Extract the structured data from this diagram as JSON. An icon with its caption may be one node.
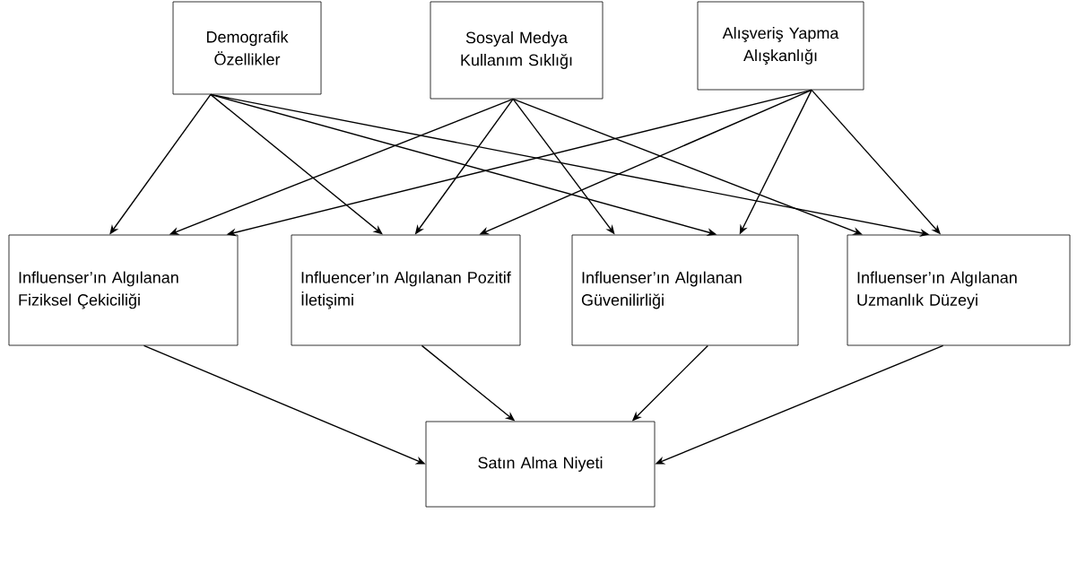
{
  "diagram": {
    "nodes": [
      {
        "text": [
          "Demografik Özellikler"
        ]
      },
      {
        "text": [
          "Sosyal Medya Kullanım Sıklığı"
        ]
      },
      {
        "text": [
          "Alışveriş Yapma Alışkanlığı"
        ]
      },
      {
        "text": [
          "Influenser’ın Algılanan Fiziksel Çekiciliği"
        ]
      },
      {
        "text": [
          "Influencer’ın Algılanan Pozitif İletişimi"
        ]
      },
      {
        "text": [
          "Influenser’ın Algılanan Güvenilirliği"
        ]
      },
      {
        "text": [
          "Influenser’ın Algılanan Uzmanlık Düzeyi"
        ]
      },
      {
        "text": [
          "Satın Alma Niyeti"
        ]
      }
    ],
    "edges": [
      {
        "from": 0,
        "to": 3,
        "arrow": "to"
      },
      {
        "from": 0,
        "to": 4,
        "arrow": "to"
      },
      {
        "from": 0,
        "to": 5,
        "arrow": "to"
      },
      {
        "from": 0,
        "to": 6,
        "arrow": "to"
      },
      {
        "from": 1,
        "to": 3,
        "arrow": "to"
      },
      {
        "from": 1,
        "to": 4,
        "arrow": "to"
      },
      {
        "from": 1,
        "to": 5,
        "arrow": "to"
      },
      {
        "from": 1,
        "to": 6,
        "arrow": "to"
      },
      {
        "from": 2,
        "to": 3,
        "arrow": "to"
      },
      {
        "from": 2,
        "to": 4,
        "arrow": "to"
      },
      {
        "from": 2,
        "to": 5,
        "arrow": "to"
      },
      {
        "from": 2,
        "to": 6,
        "arrow": "to"
      },
      {
        "from": 3,
        "to": 7,
        "arrow": "to"
      },
      {
        "from": 4,
        "to": 7,
        "arrow": "to"
      },
      {
        "from": 5,
        "to": 7,
        "arrow": "to"
      },
      {
        "from": 6,
        "to": 7,
        "arrow": "to"
      }
    ]
  }
}
